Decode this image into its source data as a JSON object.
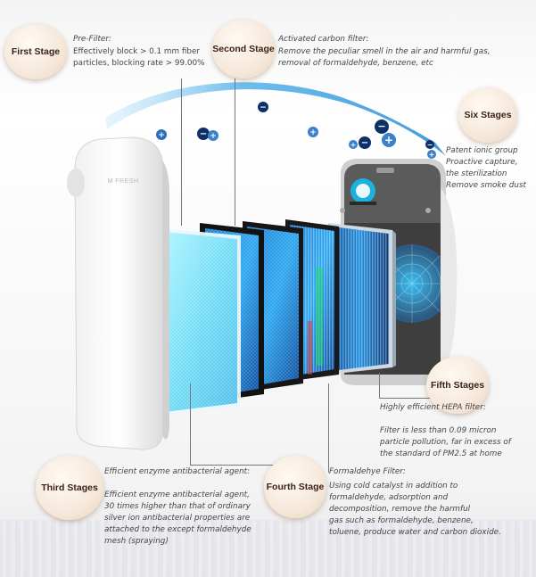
{
  "stages": {
    "first": {
      "label": "First Stage",
      "title": "Pre-Filter:",
      "desc": "Effectively block > 0.1 mm fiber\nparticles, blocking rate > 99.00%"
    },
    "second": {
      "label": "Second Stage",
      "title": "Activated carbon filter:",
      "desc": "Remove the peculiar smell in the air and harmful gas,\nremoval of formaldehyde, benzene, etc"
    },
    "six": {
      "label": "Six Stages",
      "desc": "Patent ionic group\nProactive capture,\nthe sterilization\nRemove smoke dust"
    },
    "fifth": {
      "label": "Fifth Stages",
      "title": "Highly efficient HEPA filter:",
      "desc": "Filter is less than 0.09 micron\nparticle pollution, far in excess of\nthe standard of PM2.5 at home"
    },
    "third": {
      "label": "Third Stages",
      "title": "Efficient enzyme antibacterial agent:",
      "desc": "Efficient enzyme antibacterial agent,\n 30 times higher than that of ordinary\nsilver ion antibacterial properties are\nattached to the except formaldehyde\nmesh (spraying)"
    },
    "fourth": {
      "label": "Fourth Stage",
      "title": "Formaldehye Filter:",
      "desc": "Using cold catalyst in addition to\nformaldehyde, adsorption and\ndecomposition, remove the harmful\ngas such as formaldehyde, benzene,\ntoluene, produce water and carbon dioxide."
    }
  },
  "product": {
    "brand": "M FRESH"
  },
  "colors": {
    "badge": "#f6e8da",
    "filter_blue": "#1fa6e8",
    "ion_blue": "#1e5fa8"
  }
}
